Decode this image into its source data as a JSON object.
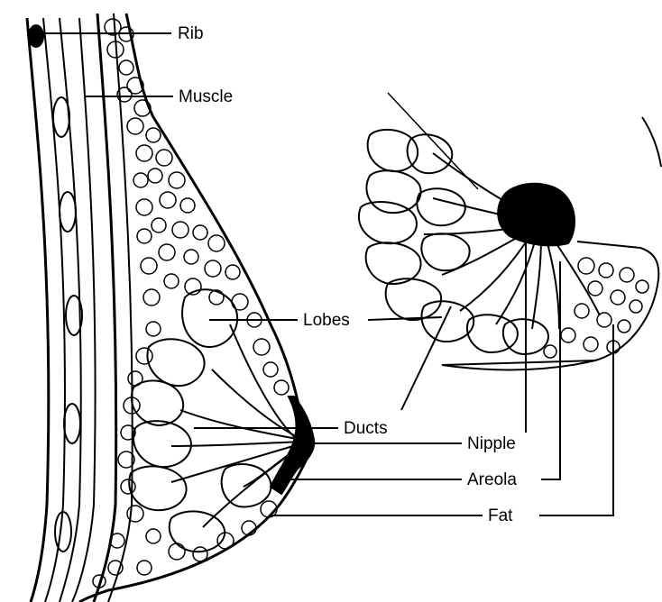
{
  "labels": {
    "rib": "Rib",
    "muscle": "Muscle",
    "lobes": "Lobes",
    "ducts": "Ducts",
    "nipple": "Nipple",
    "areola": "Areola",
    "fat": "Fat"
  },
  "colors": {
    "ink": "#000000",
    "background": "#ffffff"
  }
}
